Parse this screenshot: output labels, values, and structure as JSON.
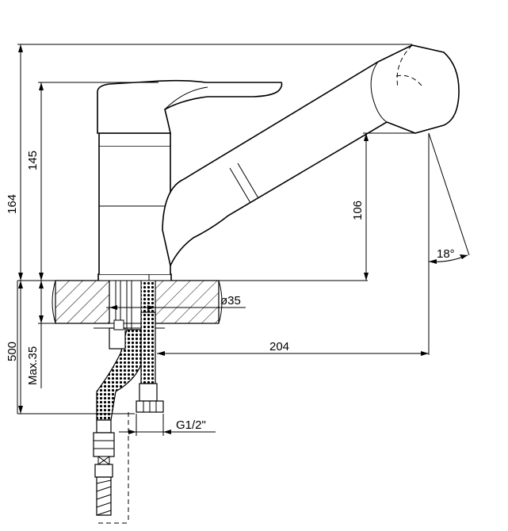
{
  "drawing": {
    "dimensions": {
      "total_height": "164",
      "body_height": "145",
      "spout_height": "106",
      "spout_angle": "18°",
      "hole_diameter": "ø35",
      "reach": "204",
      "hose_length": "500",
      "max_thickness": "Max.35",
      "thread": "G1/2\""
    }
  }
}
